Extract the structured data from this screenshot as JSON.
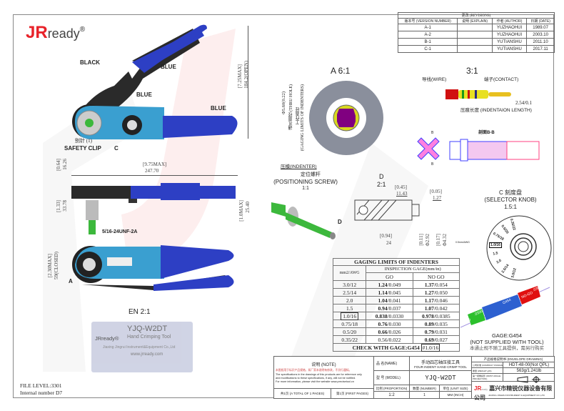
{
  "logo": {
    "brand_red": "JR",
    "brand_gray": "ready",
    "reg": "®"
  },
  "revisions": {
    "title": "更改 (REVISIONS)",
    "headers": [
      "版本号 (VERSION NUMBER)",
      "说明 (EXPLAIN)",
      "作者 (AUTHOR)",
      "日期 (DATE)"
    ],
    "rows": [
      {
        "version": "A-1",
        "explain": "",
        "author": "YUZHAOHUI",
        "date": "1989.07"
      },
      {
        "version": "A-2",
        "explain": "",
        "author": "YUZHAOHUI",
        "date": "2003.10"
      },
      {
        "version": "B-1",
        "explain": "",
        "author": "YUTIANSHU",
        "date": "2011.10"
      },
      {
        "version": "C-1",
        "explain": "",
        "author": "YUTIANSHU",
        "date": "2017.11"
      }
    ]
  },
  "main_view": {
    "labels": {
      "black": "BLACK",
      "blue1": "BLUE",
      "blue2": "BLUE",
      "blue3": "BLUE",
      "safety_clip_cn": "别针 (1)",
      "safety_clip": "SAFETY CLIP",
      "c": "C"
    },
    "dim_height_in": "[7.25MAX]",
    "dim_height_mm": "184.2(OPEN)"
  },
  "top_view": {
    "length_in": "[9.75MAX]",
    "length_mm": "247.70",
    "h1_in": "[0.64]",
    "h1_mm": "16.26",
    "h2_in": "[1.33]",
    "h2_mm": "33.78",
    "h3_in": "[1.0MAX]",
    "h3_mm": "25.40",
    "thread": "5/16-24UNF-2A"
  },
  "side_view": {
    "h_in": "[2.30MAX]",
    "h_mm": "59(CLOSED)",
    "a": "A"
  },
  "detail_a": {
    "title": "A  6:1",
    "dim_outer": "Φ5.60(0.22)",
    "dim_outer_cn": "通孔直径 (THRU HOLE)",
    "dim_inner_cn": "工作直径",
    "dim_inner": "(GAGING LIMITS OF INDENTERS)",
    "indenter": "压模(INDENTER)"
  },
  "detail_3": {
    "title": "3:1",
    "wire": "导线(WIRE)",
    "contact": "端子(CONTACT)",
    "len": "2.54/0.1",
    "len_label": "压痕长度 (INDENTAION LENGTH)",
    "section": "剖面B-B",
    "b": "B"
  },
  "screw": {
    "cn": "定位螺杆",
    "en": "(POSITIONING SCREW)",
    "scale": "1:1",
    "d": "D"
  },
  "detail_d": {
    "title": "D",
    "scale": "2:1",
    "d1_in": "[0.45]",
    "d1_mm": "11.43",
    "d2_in": "[0.05]",
    "d2_mm": "1.27",
    "d3_in": "[0.94]",
    "d3_mm": "24",
    "d4_in": "[0.11]",
    "d4_mm": "Φ2.92",
    "d5_in": "[0.17]",
    "d5_mm": "Φ4.32"
  },
  "selector": {
    "title": "C 刻度盘",
    "en": "(SELECTOR KNOB)",
    "scale": "1.5:1",
    "marks": [
      "0.35/22",
      "0.5/20",
      "0.75/18",
      "1.0/16",
      "1.5",
      "2.0",
      "2.5/14",
      "3.0/12",
      "0.5mm/AWG"
    ]
  },
  "gage": {
    "name": "GAGE:G454",
    "note": "(NOT SUPPLIED WITH TOOL)",
    "note_cn": "本通止规不随工具提供，需另行购买",
    "go": "GO",
    "nogo": "NO-GO",
    "go_val": ".0330",
    "nogo_val": ".0385",
    "mid": "G454"
  },
  "gaging_table": {
    "title": "GAGING LIMITS OF INDENTERS",
    "col0": "mm2/AWG",
    "inspection": "INSPECTION GAGE(mm/in)",
    "go": "GO",
    "nogo": "NO GO",
    "rows": [
      {
        "size": "3.0/12",
        "go_mm": "1.24",
        "go_in": "/0.049",
        "nogo_mm": "1.37",
        "nogo_in": "/0.054"
      },
      {
        "size": "2.5/14",
        "go_mm": "1.14",
        "go_in": "/0.045",
        "nogo_mm": "1.27",
        "nogo_in": "/0.050"
      },
      {
        "size": "2.0",
        "go_mm": "1.04",
        "go_in": "/0.041",
        "nogo_mm": "1.17",
        "nogo_in": "/0.046"
      },
      {
        "size": "1.5",
        "go_mm": "0.94",
        "go_in": "/0.037",
        "nogo_mm": "1.07",
        "nogo_in": "/0.042"
      },
      {
        "size": "1.0/16",
        "go_mm": "0.838",
        "go_in": "/0.0330",
        "nogo_mm": "0.978",
        "nogo_in": "/0.0385"
      },
      {
        "size": "0.75/18",
        "go_mm": "0.76",
        "go_in": "/0.030",
        "nogo_mm": "0.89",
        "nogo_in": "/0.035"
      },
      {
        "size": "0.5/20",
        "go_mm": "0.66",
        "go_in": "/0.026",
        "nogo_mm": "0.79",
        "nogo_in": "/0.031"
      },
      {
        "size": "0.35/22",
        "go_mm": "0.56",
        "go_in": "/0.022",
        "nogo_mm": "0.69",
        "nogo_in": "/0.027"
      }
    ],
    "check": "CHECK WITH GAGE:G454",
    "check_box": "#1.0/16"
  },
  "en_label": {
    "title": "EN   2:1",
    "model": "YJQ-W2DT",
    "brand": "JRready®",
    "desc": "Hand Crimping Tool",
    "company": "Jiaxing Jingrui Instrument&Equipment Co.,Ltd",
    "url": "www.jrready.com"
  },
  "file_info": {
    "level": "FILE LEVEL:3301",
    "internal": "Internal number D7"
  },
  "title_block": {
    "note_title": "说明 (NOTE)",
    "note_cn": "本图纸用于标识产品规格，如厂家本说明有修改，不另行通知。",
    "note_en1": "The specifications in the drawings of this products are for reference only",
    "note_en2": "and modifications to these specifications, if any, will not be notified.",
    "note_en3": "For more information, please visit the website www.precisetool.cn",
    "pages_total": "共1页 (A TOTAL OF 1 PAGES)",
    "page_first": "第1页 (FIRST PAGES)",
    "name_label": "品 名(NAME)",
    "name_cn": "手动四芯轴压接工具",
    "name_en": "FOUR INDENT HAND CRIMP TOOL",
    "model_label": "型 号 (MODEL)",
    "model": "YJQ-W2DT",
    "prop_label": "比例 (PROPORTION)",
    "prop": "1:2",
    "num_label": "数量 (NUMBER)",
    "num": "1",
    "unit_label": "单位 (UNIT SIZE)",
    "unit": "MM (INCH)",
    "env_title": "产品规格说明书 (ENVELOPE DRAWING)",
    "std_label": "公司标准 (COMPANY STANDARD)",
    "std": "HDT-48-00(Not QPL)",
    "weight_label": "重量 (WEIGHT g/lb)",
    "weight": "563g/1.241lb",
    "proj_label": "第一视角投影 (FIRST ANGLE PROJECTION)",
    "company_cn": "嘉兴市精锐仪器设备有限公司",
    "company_en": "JIAXING JINGRUI INSTRUMENT & EQUIPMENT CO.,LTD",
    "jr": "JR",
    "ready": "ready"
  },
  "colors": {
    "brand_red": "#e8232a",
    "tool_blue": "#2d3fc4",
    "body_blue": "#3a9fd0",
    "magenta": "#c040c0",
    "green": "#3cb83c"
  }
}
